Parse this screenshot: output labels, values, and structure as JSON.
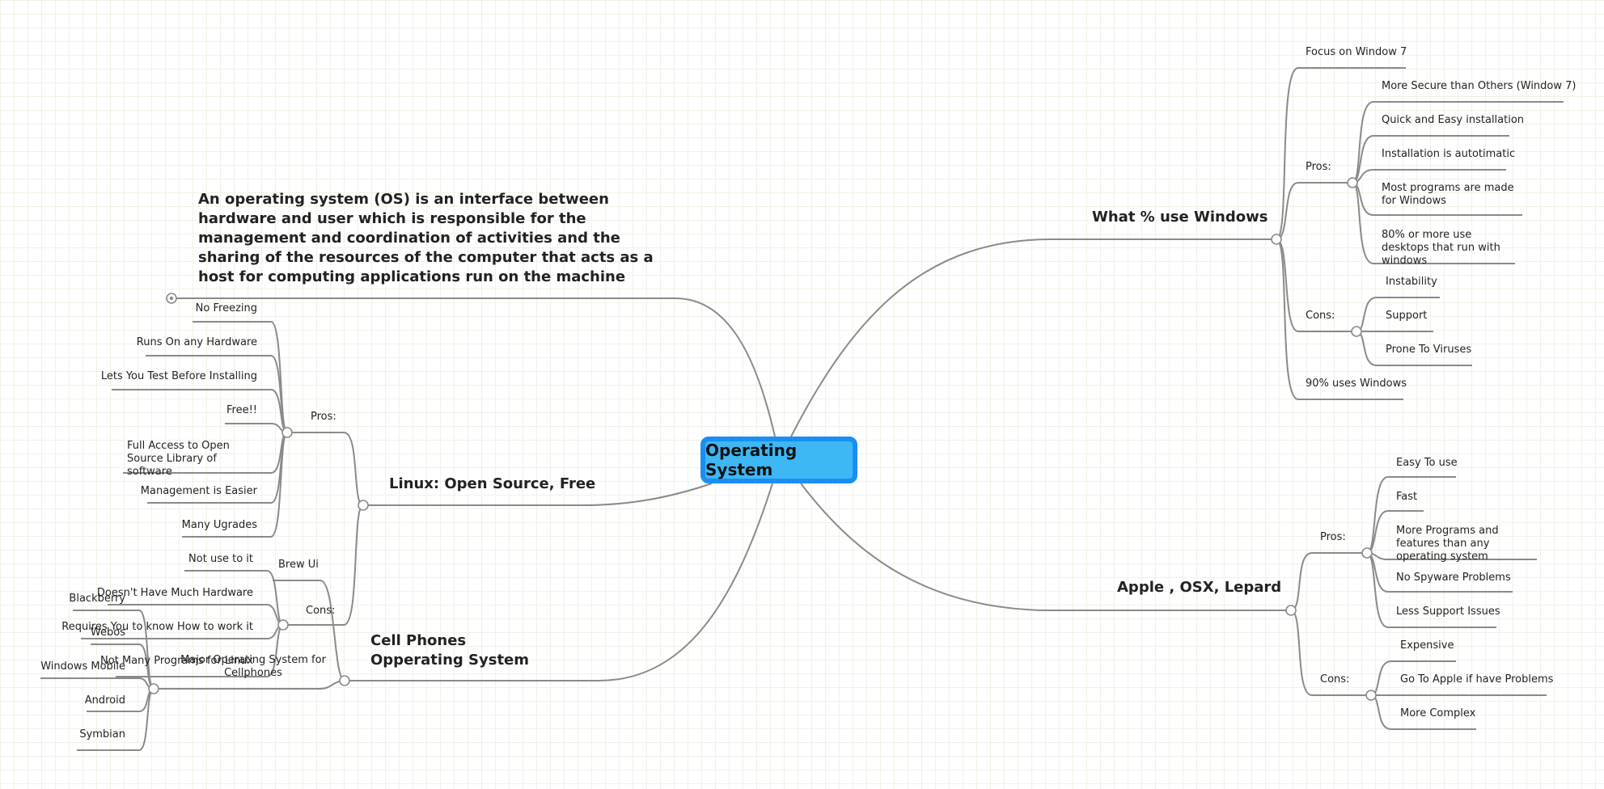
{
  "central": "Operating System",
  "description": "An operating system (OS) is an interface between hardware and user which is responsible for the management and coordination of activities and the sharing of the resources of the computer that acts as a host for computing applications run on the machine",
  "windows": {
    "title": "What % use Windows",
    "focus": "Focus on Window 7",
    "pros_label": "Pros:",
    "pros": [
      "More Secure than Others (Window 7)",
      "Quick and Easy installation",
      "Installation is autotimatic",
      "Most programs are made for Windows",
      "80% or more use desktops that run with windows"
    ],
    "cons_label": "Cons:",
    "cons": [
      "Instability",
      "Support",
      "Prone To Viruses"
    ],
    "usage": "90% uses Windows"
  },
  "apple": {
    "title": "Apple , OSX, Lepard",
    "pros_label": "Pros:",
    "pros": [
      "Easy To use",
      "Fast",
      "More Programs and features than any operating system",
      "No Spyware Problems",
      "Less Support Issues"
    ],
    "cons_label": "Cons:",
    "cons": [
      "Expensive",
      "Go To Apple if have Problems",
      "More Complex"
    ]
  },
  "linux": {
    "title": "Linux: Open Source, Free",
    "pros_label": "Pros:",
    "pros": [
      "No Freezing",
      "Runs On any Hardware",
      "Lets You Test Before Installing",
      "Free!!",
      "Full Access to Open Source Library of software",
      "Management is Easier",
      "Many Ugrades"
    ],
    "cons_label": "Cons:",
    "cons": [
      "Not use to it",
      "Doesn't Have Much Hardware",
      "Requires You to know How to work it",
      "Not Many Programs for Linux"
    ]
  },
  "cell": {
    "title": "Cell Phones Opperating System",
    "brew": "Brew Ui",
    "major_label": "Major Operating System for Cellphones",
    "major": [
      "Blackberry",
      "Webos",
      "Windows Mobile",
      "Android",
      "Symbian"
    ]
  }
}
